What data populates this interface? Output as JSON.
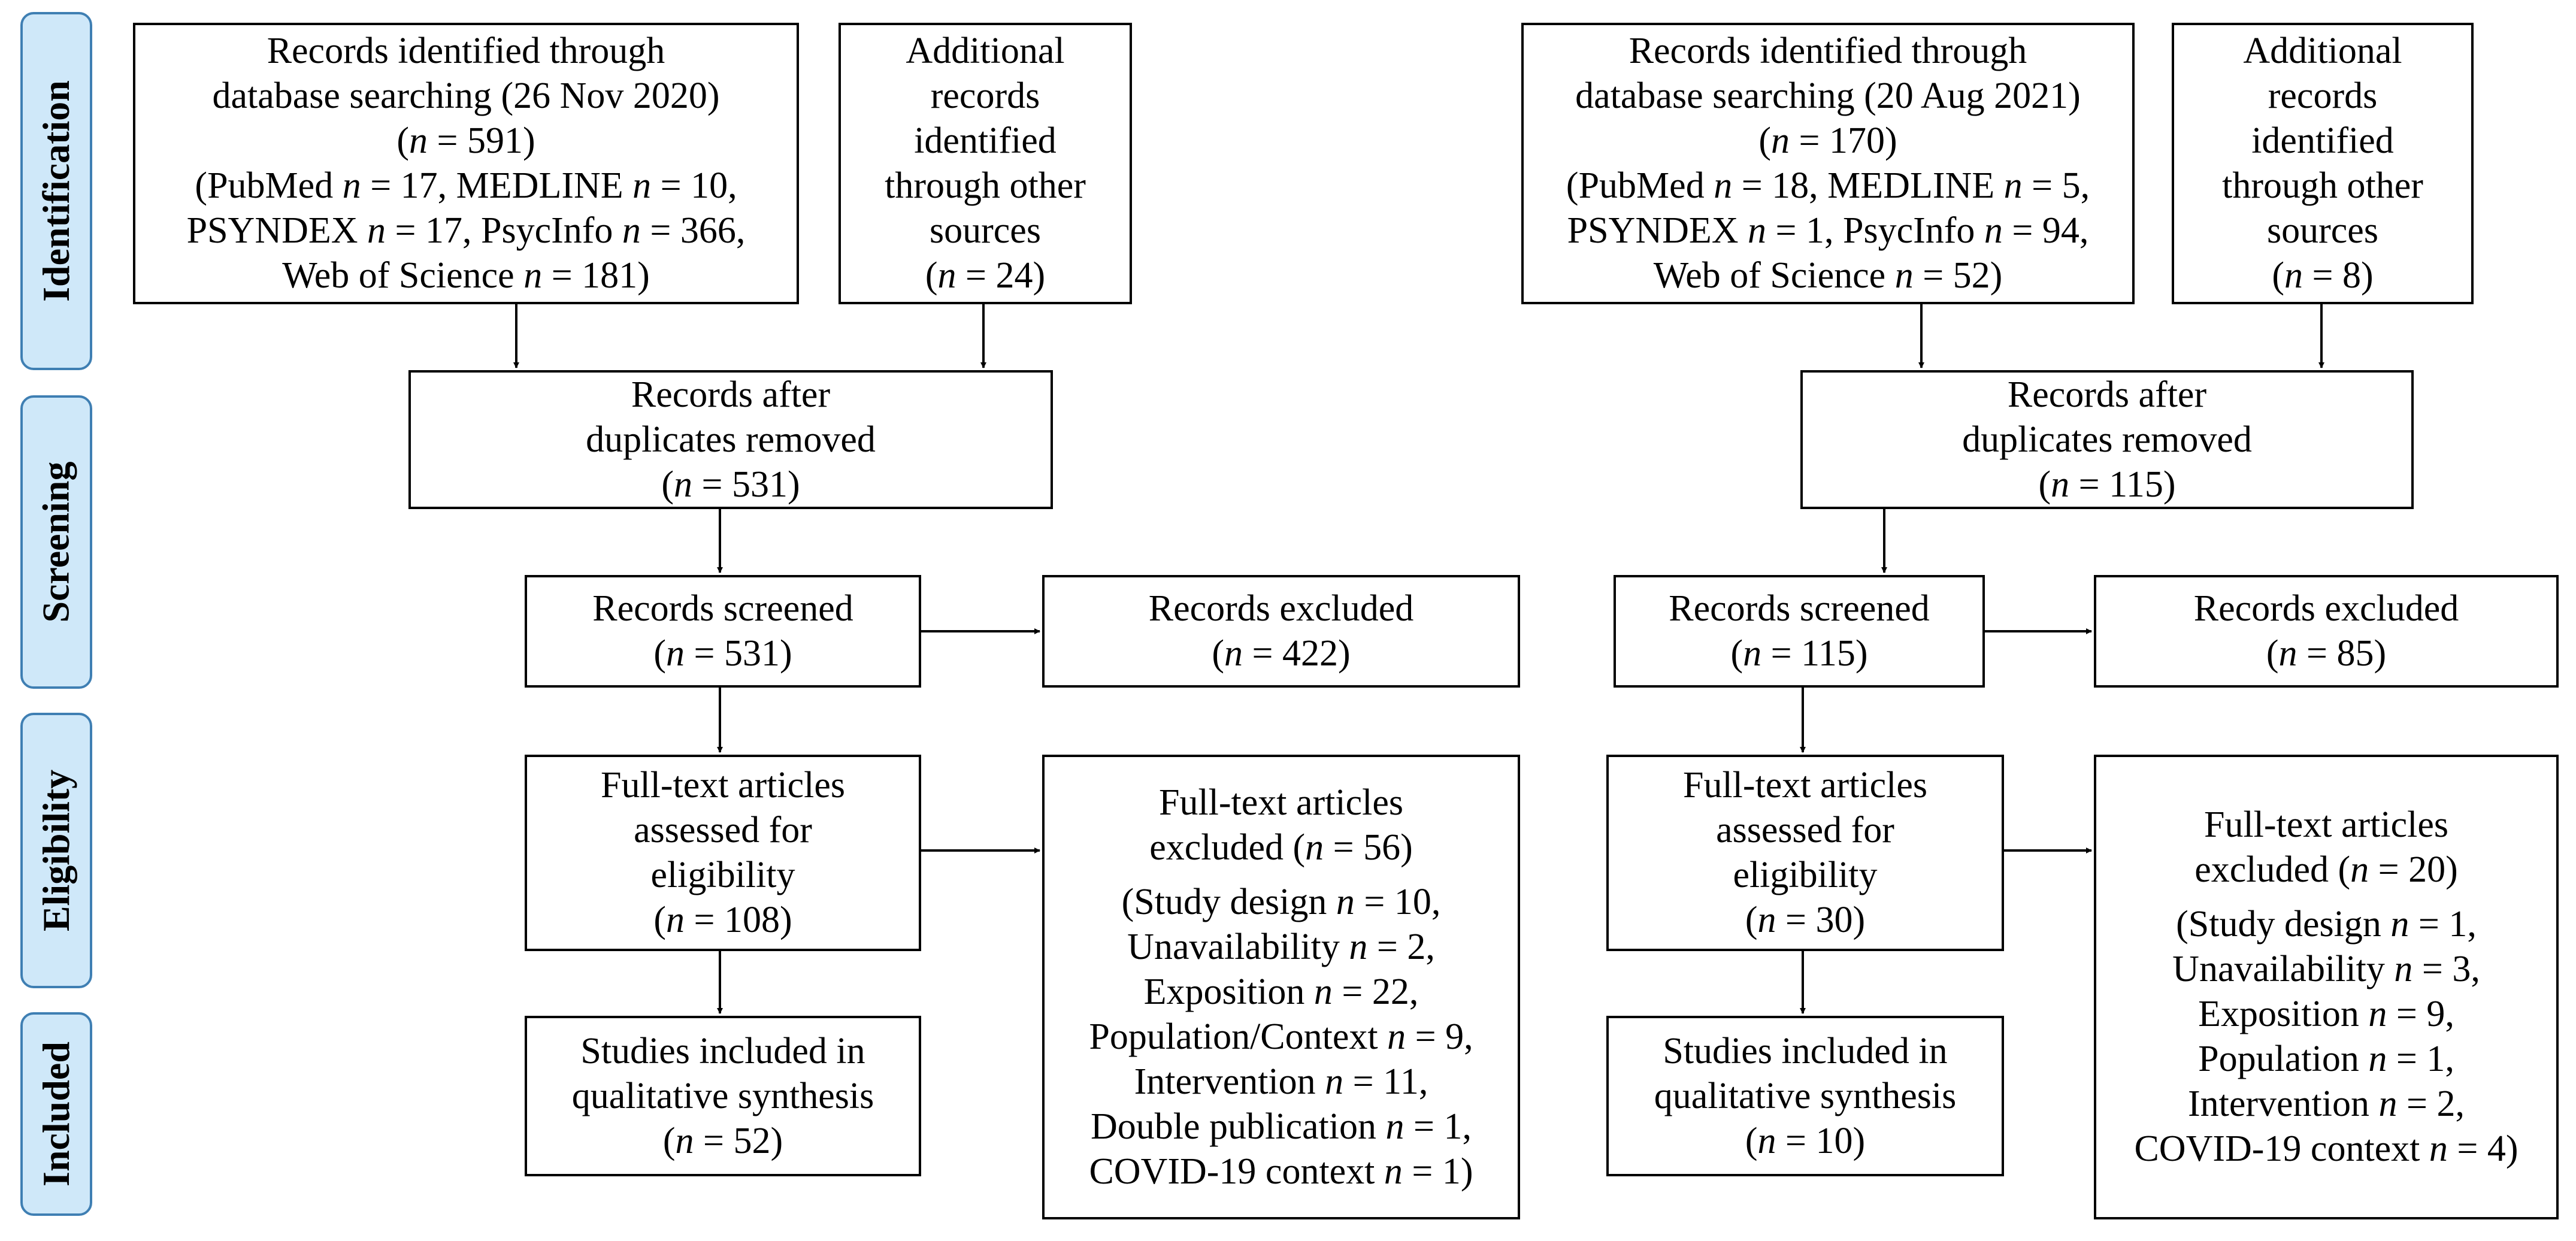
{
  "phases": {
    "identification": "Identification",
    "screening": "Screening",
    "eligibility": "Eligibility",
    "included": "Included"
  },
  "left": {
    "db": {
      "lines": [
        "Records identified through",
        "database searching (26 Nov 2020)",
        "(n = 591)",
        "(PubMed n = 17, MEDLINE n = 10,",
        "PSYNDEX n = 17, PsycInfo n = 366,",
        "Web of Science n = 181)"
      ]
    },
    "other": {
      "lines": [
        "Additional",
        "records",
        "identified",
        "through other",
        "sources",
        "(n = 24)"
      ]
    },
    "dedup": {
      "lines": [
        "Records after",
        "duplicates removed",
        "(n = 531)"
      ]
    },
    "screened": {
      "lines": [
        "Records screened",
        "(n = 531)"
      ]
    },
    "excluded": {
      "lines": [
        "Records excluded",
        "(n = 422)"
      ]
    },
    "fulltext": {
      "lines": [
        "Full-text articles",
        "assessed for",
        "eligibility",
        "(n = 108)"
      ]
    },
    "ft_excluded": {
      "head": [
        "Full-text articles",
        "excluded (n =   56)"
      ],
      "reasons": [
        "(Study design n = 10,",
        "Unavailability n = 2,",
        "Exposition n = 22,",
        "Population/Context  n = 9,",
        "Intervention n = 11,",
        "Double publication  n = 1,",
        "COVID-19 context n = 1)"
      ]
    },
    "included": {
      "lines": [
        "Studies included in",
        "qualitative synthesis",
        "(n = 52)"
      ]
    }
  },
  "right": {
    "db": {
      "lines": [
        "Records identified through",
        "database searching (20 Aug 2021)",
        "(n = 170)",
        "(PubMed n = 18, MEDLINE n = 5,",
        "PSYNDEX n = 1, PsycInfo n = 94,",
        "Web of Science n = 52)"
      ]
    },
    "other": {
      "lines": [
        "Additional",
        "records",
        "identified",
        "through other",
        "sources",
        "(n = 8)"
      ]
    },
    "dedup": {
      "lines": [
        "Records after",
        "duplicates removed",
        "(n = 115)"
      ]
    },
    "screened": {
      "lines": [
        "Records screened",
        "(n = 115)"
      ]
    },
    "excluded": {
      "lines": [
        "Records excluded",
        "(n = 85)"
      ]
    },
    "fulltext": {
      "lines": [
        "Full-text articles",
        "assessed for",
        "eligibility",
        "(n = 30)"
      ]
    },
    "ft_excluded": {
      "head": [
        "Full-text articles",
        "excluded (n = 20)"
      ],
      "reasons": [
        "(Study design n = 1,",
        "Unavailability n = 3,",
        "Exposition n = 9,",
        "Population  n = 1,",
        "Intervention n = 2,",
        "COVID-19 context n = 4)"
      ]
    },
    "included": {
      "lines": [
        "Studies included in",
        "qualitative synthesis",
        "(n = 10)"
      ]
    }
  },
  "colors": {
    "phase_fill": "#cfe8f9",
    "phase_border": "#3f7fb3",
    "line": "#000000"
  }
}
